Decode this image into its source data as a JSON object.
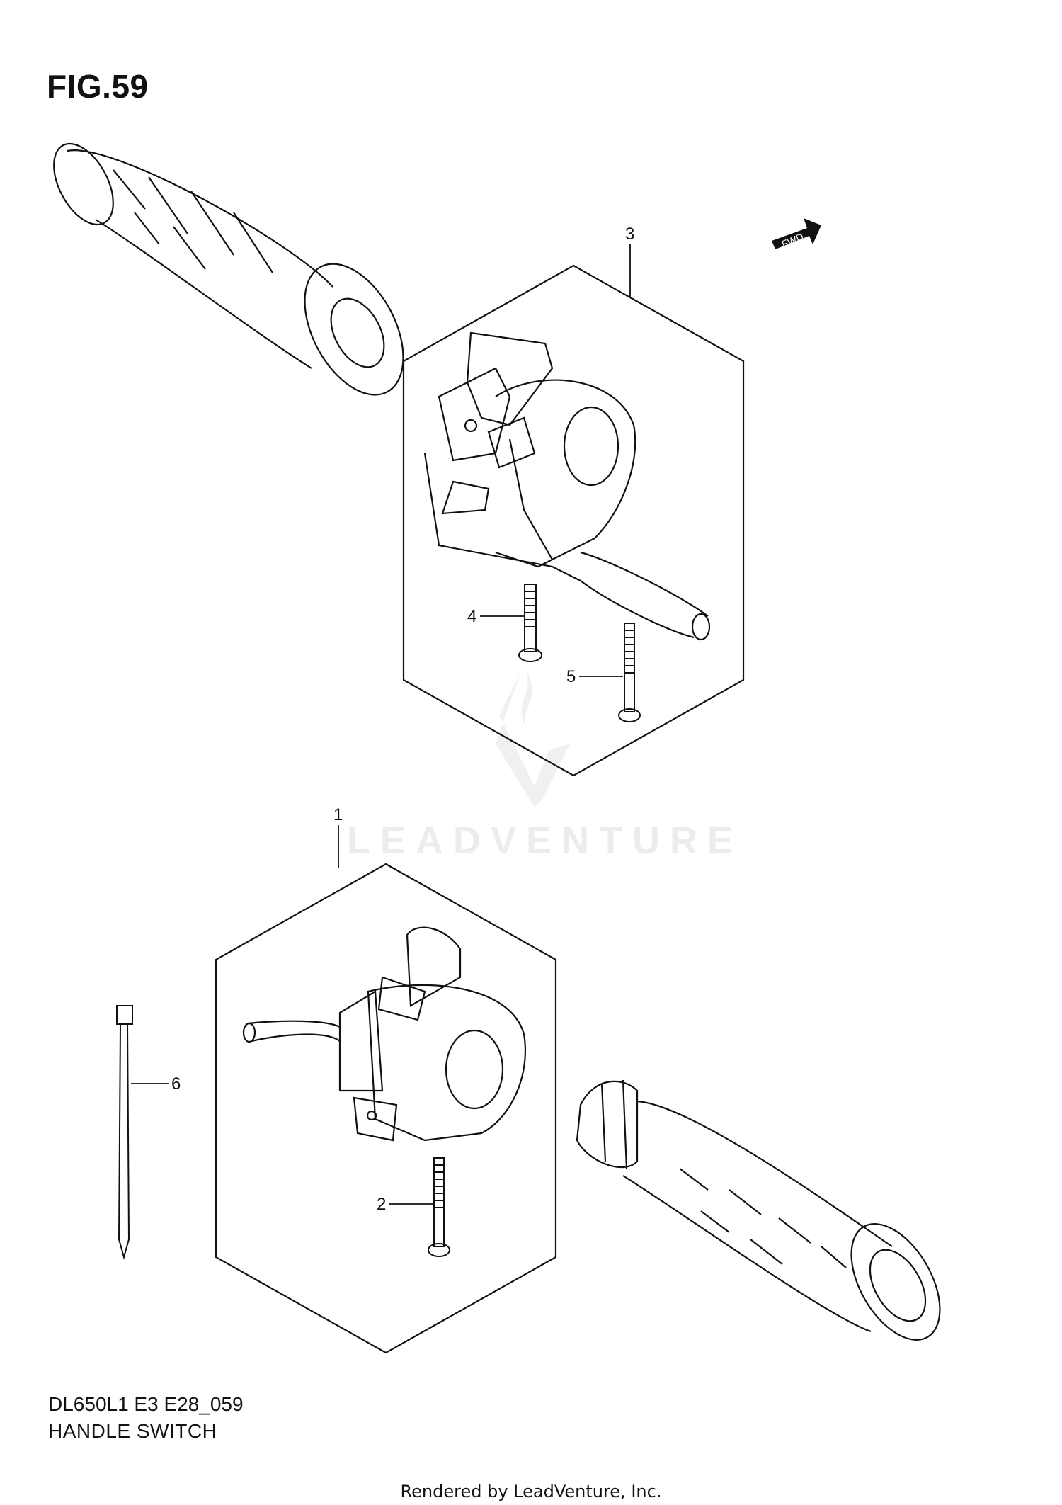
{
  "figure": {
    "title": "FIG.59"
  },
  "fwd_arrow": {
    "label": "FWD"
  },
  "callouts": [
    "1",
    "2",
    "3",
    "4",
    "5",
    "6"
  ],
  "watermark": {
    "text": "LEADVENTURE"
  },
  "footer": {
    "model_code": "DL650L1 E3 E28_059",
    "caption": "HANDLE SWITCH",
    "rendered_by": "Rendered by LeadVenture, Inc."
  }
}
